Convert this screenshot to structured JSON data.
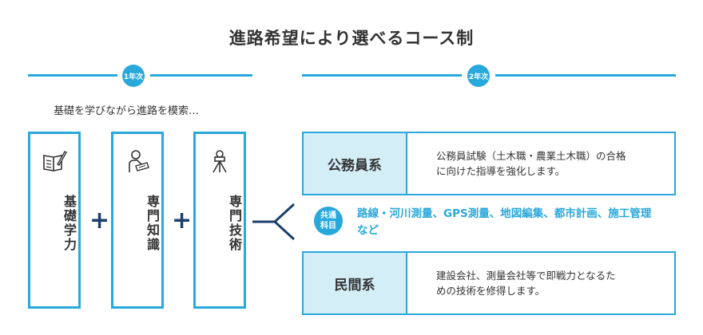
{
  "title": "進路希望により選べるコース制",
  "year1": {
    "badge": "1年次",
    "subtitle": "基礎を学びながら進路を模索…",
    "subjects": [
      {
        "label": "基礎学力",
        "icon": "notebook-pencil-icon"
      },
      {
        "label": "専門知識",
        "icon": "studying-student-icon"
      },
      {
        "label": "専門技術",
        "icon": "surveying-instrument-icon"
      }
    ],
    "plus": "+"
  },
  "year2": {
    "badge": "2年次",
    "courses": [
      {
        "name": "公務員系",
        "desc_line1": "公務員試験（土木職・農業土木職）の合格",
        "desc_line2": "に向けた指導を強化します。"
      },
      {
        "name": "民間系",
        "desc_line1": "建設会社、測量会社等で即戦力となるた",
        "desc_line2": "めの技術を修得します。"
      }
    ],
    "common": {
      "badge_line1": "共通",
      "badge_line2": "科目",
      "subjects_line1": "路線・河川測量、GPS測量、地図編集、都市計画、施工管理",
      "subjects_line2": "など"
    }
  },
  "colors": {
    "accent": "#29a8db",
    "accent_light": "#d4eef8",
    "navy": "#1b3f6b",
    "text": "#333333"
  }
}
